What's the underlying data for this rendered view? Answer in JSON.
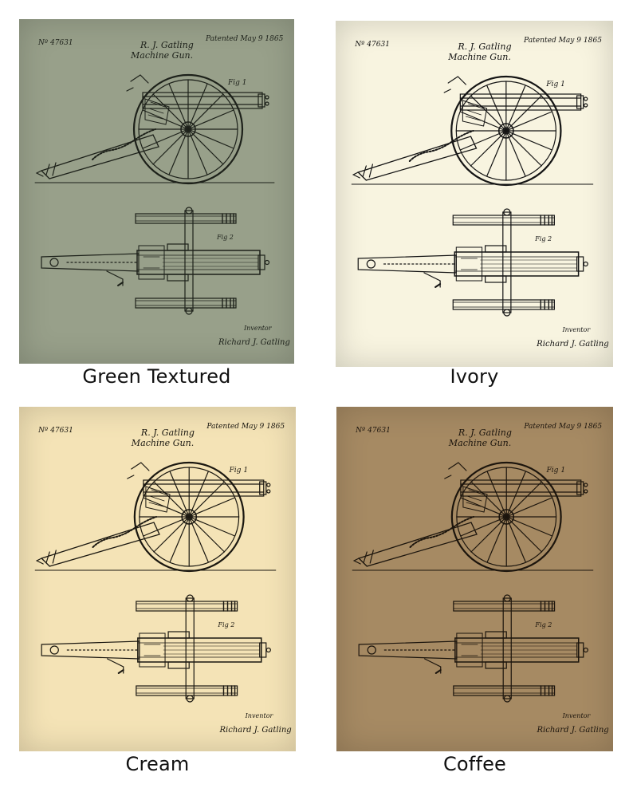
{
  "patent": {
    "number": "Nº 47631",
    "inventor_name": "R. J. Gatling",
    "invention_title": "Machine Gun.",
    "patent_date": "Patented May 9 1865",
    "fig1_label": "Fig 1",
    "fig2_label": "Fig 2",
    "inventor_caption": "Inventor",
    "signature": "Richard J. Gatling"
  },
  "variants": [
    {
      "name": "Green Textured",
      "background": "#98a08a",
      "ink": "#1d211a"
    },
    {
      "name": "Ivory",
      "background": "#f8f4e0",
      "ink": "#141414"
    },
    {
      "name": "Cream",
      "background": "#f4e3b6",
      "ink": "#1a1710"
    },
    {
      "name": "Coffee",
      "background": "#a68a63",
      "ink": "#1c150d"
    }
  ]
}
